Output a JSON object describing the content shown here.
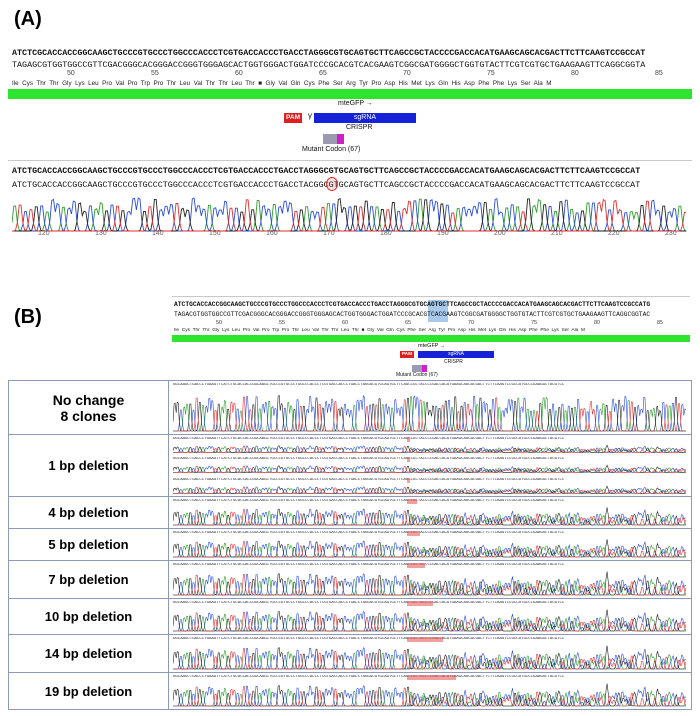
{
  "panelA": {
    "label": "(A)",
    "ref_top": "ATCTCGCACCACCGGCAAGCTGCCCGTGCCCTGGCCCACCCTCGTGACCACCCTGACCTAGGGCGTGCAGTGCTTCAGCCGCTACCCCGACCACATGAAGCAGCACGACTTCTTCAAGTCCGCCAT",
    "ref_bottom": "TAGAGCGTGGTGGCCGTTCGACGGGCACGGGACCGGGTGGGAGCACTGGTGGGACTGGATCCCGCACGTCACGAAGTCGGCGATGGGGCTGGTGTACTTCGTCGTGCTGAAGAAGTTCAGGCGGTA",
    "aa_numbers": [
      "50",
      "55",
      "60",
      "65",
      "70",
      "75",
      "80",
      "85"
    ],
    "amino_acids": "Ile  Cys  Thr  Thr  Gly  Lys  Leu  Pro  Val  Pro  Trp  Pro  Thr  Leu  Val  Thr  Thr  Leu  Thr  ■  Gly  Val  Gln  Cys  Phe  Ser  Arg  Tyr  Pro  Asp  His  Met  Lys  Gln  His  Asp  Phe  Phe  Lys  Ser  Ala  M",
    "feature_mteGFP": "mteGFP →",
    "pam_label": "PAM",
    "sgrna_label": "sgRNA",
    "crispr_label": "CRISPR",
    "mutant_codon_label": "Mutant Codon (67)",
    "read_ref": "ATCTGCACCACCGGCAAGCTGCCCGTGCCCTGGCCCACCCTCGTGACCACCCTGACCTAGGGCGTGCAGTGCTTCAGCCGCTACCCCGACCACATGAAGCAGCACGACTTCTTCAAGTCCGCCAT",
    "read_call": "ATCTGCACCACCGGCAAGCTGCCCGTGCCCTGGCCCACCCTCGTGACCACCCTGACCTACGGCGTGCAGTGCTTCAGCCGCTACCCCGACCACATGAAGCAGCACGACTTCTTCAAGTCCGCCAT",
    "axis_ticks": [
      "120",
      "130",
      "140",
      "150",
      "160",
      "170",
      "180",
      "190",
      "200",
      "210",
      "220",
      "230"
    ]
  },
  "panelB": {
    "label": "(B)",
    "ref_top": "ATCTGCACCACCGGCAAGCTGCCCGTGCCCTGGCCCACCCTCGTGACCACCCTGACCTAGGGCGTGCAGTGCTTCAGCCGCTACCCCGACCACATGAAGCAGCACGACTTCTTCAAGTCCGCCATG",
    "ref_bottom": "TAGACGTGGTGGCCGTTCGACGGGCACGGGACCGGGTGGGAGCACTGGTGGGACTGGATCCCGCACGTCACGAAGTCGGCGATGGGGCTGGTGTACTTCGTCGTGCTGAAGAAGTTCAGGCGGTAC",
    "aa_numbers": [
      "50",
      "55",
      "60",
      "65",
      "70",
      "75",
      "80",
      "85"
    ],
    "amino_acids": "Ile  Cys  Thr  Thr  Gly  Lys  Leu  Pro  Val  Pro  Trp  Pro  Thr  Leu  Val  Thr  Thr  Leu  Thr  ■  Gly  Val  Gln  Cys  Phe  Ser  Arg  Tyr  Pro  Asp  His  Met  Lys  Gln  His  Asp  Phe  Phe  Lys  Ser  Ala  M",
    "feature_mteGFP": "mteGFP →",
    "pam_label": "PAM",
    "sgrna_label": "sgRNA",
    "crispr_label": "CRISPR",
    "mutant_codon_label": "Mutant Codon (67)",
    "clone_seq": "GGCAAGCTGACCCTGAAGTTCATCTGCACCACCGGCAAGCTGCCCGTGCCCTGGCCCACCCTCGTGACCACCCTGACCTAGGGCGTGCAGTGCTTCAGCCGCTACCCCGACCACATGAAGCAGCACGACTTCTTCAAGTCCGCCATGCCCGAAGGCTACGTCC",
    "rows": [
      {
        "label": "No change\n8 clones",
        "traces": 1,
        "del": 0
      },
      {
        "label": "1 bp deletion",
        "traces": 3,
        "del": 1
      },
      {
        "label": "4 bp deletion",
        "traces": 1,
        "del": 4
      },
      {
        "label": "5 bp deletion",
        "traces": 1,
        "del": 5
      },
      {
        "label": "7 bp deletion",
        "traces": 1,
        "del": 7
      },
      {
        "label": "10 bp deletion",
        "traces": 1,
        "del": 10
      },
      {
        "label": "14 bp deletion",
        "traces": 1,
        "del": 14
      },
      {
        "label": "19 bp deletion",
        "traces": 1,
        "del": 19
      }
    ]
  },
  "colors": {
    "A": "#2e9e2e",
    "C": "#2a4fd8",
    "G": "#222222",
    "T": "#e03030",
    "feature_green": "#2ee52e",
    "pam": "#e02020",
    "sgrna": "#1522d8",
    "frame": "#8a9ab8"
  }
}
